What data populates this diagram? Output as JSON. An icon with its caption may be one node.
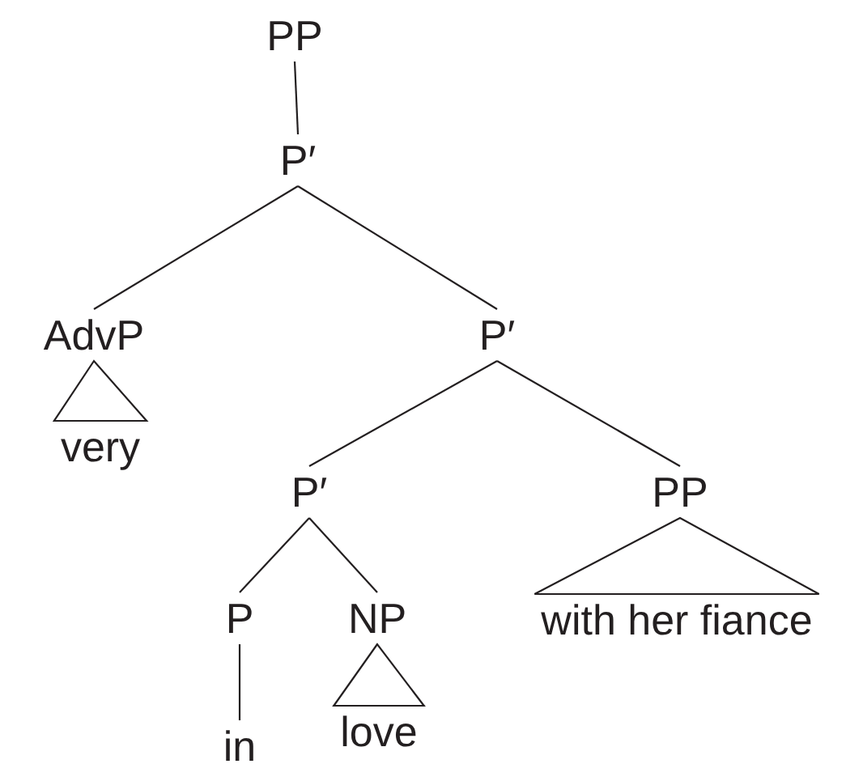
{
  "diagram": {
    "nodes": [
      {
        "text": [
          "PP"
        ]
      },
      {
        "text": [
          "P′"
        ]
      },
      {
        "text": [
          "AdvP"
        ]
      },
      {
        "text": [
          "P′"
        ]
      },
      {
        "text": [
          "very"
        ]
      },
      {
        "text": [
          "P′"
        ]
      },
      {
        "text": [
          "PP"
        ]
      },
      {
        "text": [
          "P"
        ]
      },
      {
        "text": [
          "NP"
        ]
      },
      {
        "text": [
          "with her fiance"
        ]
      },
      {
        "text": [
          "in"
        ]
      },
      {
        "text": [
          "love"
        ]
      }
    ],
    "edges": [
      {
        "from": 0,
        "to": 1,
        "arrow": "none"
      },
      {
        "from": 1,
        "to": 2,
        "arrow": "none"
      },
      {
        "from": 1,
        "to": 3,
        "arrow": "none"
      },
      {
        "from": 2,
        "to": 4,
        "arrow": "none"
      },
      {
        "from": 3,
        "to": 5,
        "arrow": "none"
      },
      {
        "from": 3,
        "to": 6,
        "arrow": "none"
      },
      {
        "from": 5,
        "to": 7,
        "arrow": "none"
      },
      {
        "from": 5,
        "to": 8,
        "arrow": "none"
      },
      {
        "from": 6,
        "to": 9,
        "arrow": "none"
      },
      {
        "from": 7,
        "to": 10,
        "arrow": "none"
      },
      {
        "from": 8,
        "to": 11,
        "arrow": "none"
      }
    ]
  }
}
